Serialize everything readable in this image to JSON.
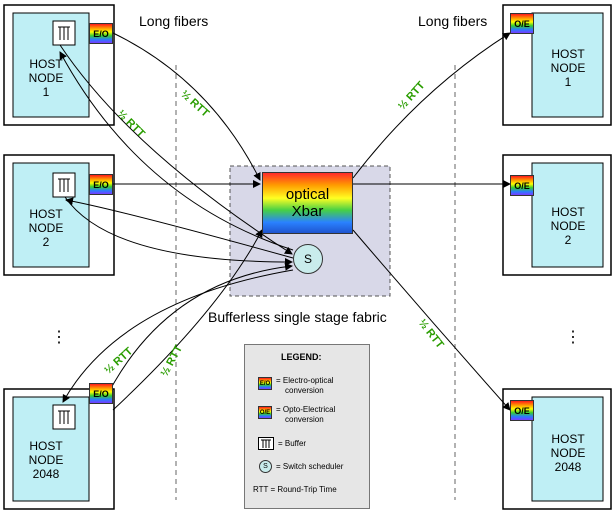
{
  "fiber_label_left": "Long fibers",
  "fiber_label_right": "Long fibers",
  "crossbar": {
    "line1": "optical",
    "line2": "Xbar"
  },
  "scheduler_letter": "S",
  "fabric_label": "Bufferless single stage fabric",
  "rtt_label": "½ RTT",
  "eo_label": "E/O",
  "oe_label": "O/E",
  "ellipsis": "⋮",
  "left_hosts": [
    {
      "line1": "HOST",
      "line2": "NODE",
      "line3": "1"
    },
    {
      "line1": "HOST",
      "line2": "NODE",
      "line3": "2"
    },
    {
      "line1": "HOST",
      "line2": "NODE",
      "line3": "2048"
    }
  ],
  "right_hosts": [
    {
      "line1": "HOST",
      "line2": "NODE",
      "line3": "1"
    },
    {
      "line1": "HOST",
      "line2": "NODE",
      "line3": "2"
    },
    {
      "line1": "HOST",
      "line2": "NODE",
      "line3": "2048"
    }
  ],
  "legend": {
    "title": "LEGEND:",
    "eo_text_1": "= Electro-optical",
    "eo_text_2": "conversion",
    "oe_text_1": "= Opto-Electrical",
    "oe_text_2": "conversion",
    "buffer_text": "= Buffer",
    "sched_text": "= Switch scheduler",
    "rtt_text": "RTT = Round-Trip Time"
  },
  "colors": {
    "host_fill": "#bfeff5",
    "fabric_fill": "#d8d8e8",
    "rtt_green": "#2a9d00",
    "scheduler_fill": "#c9ecec"
  }
}
